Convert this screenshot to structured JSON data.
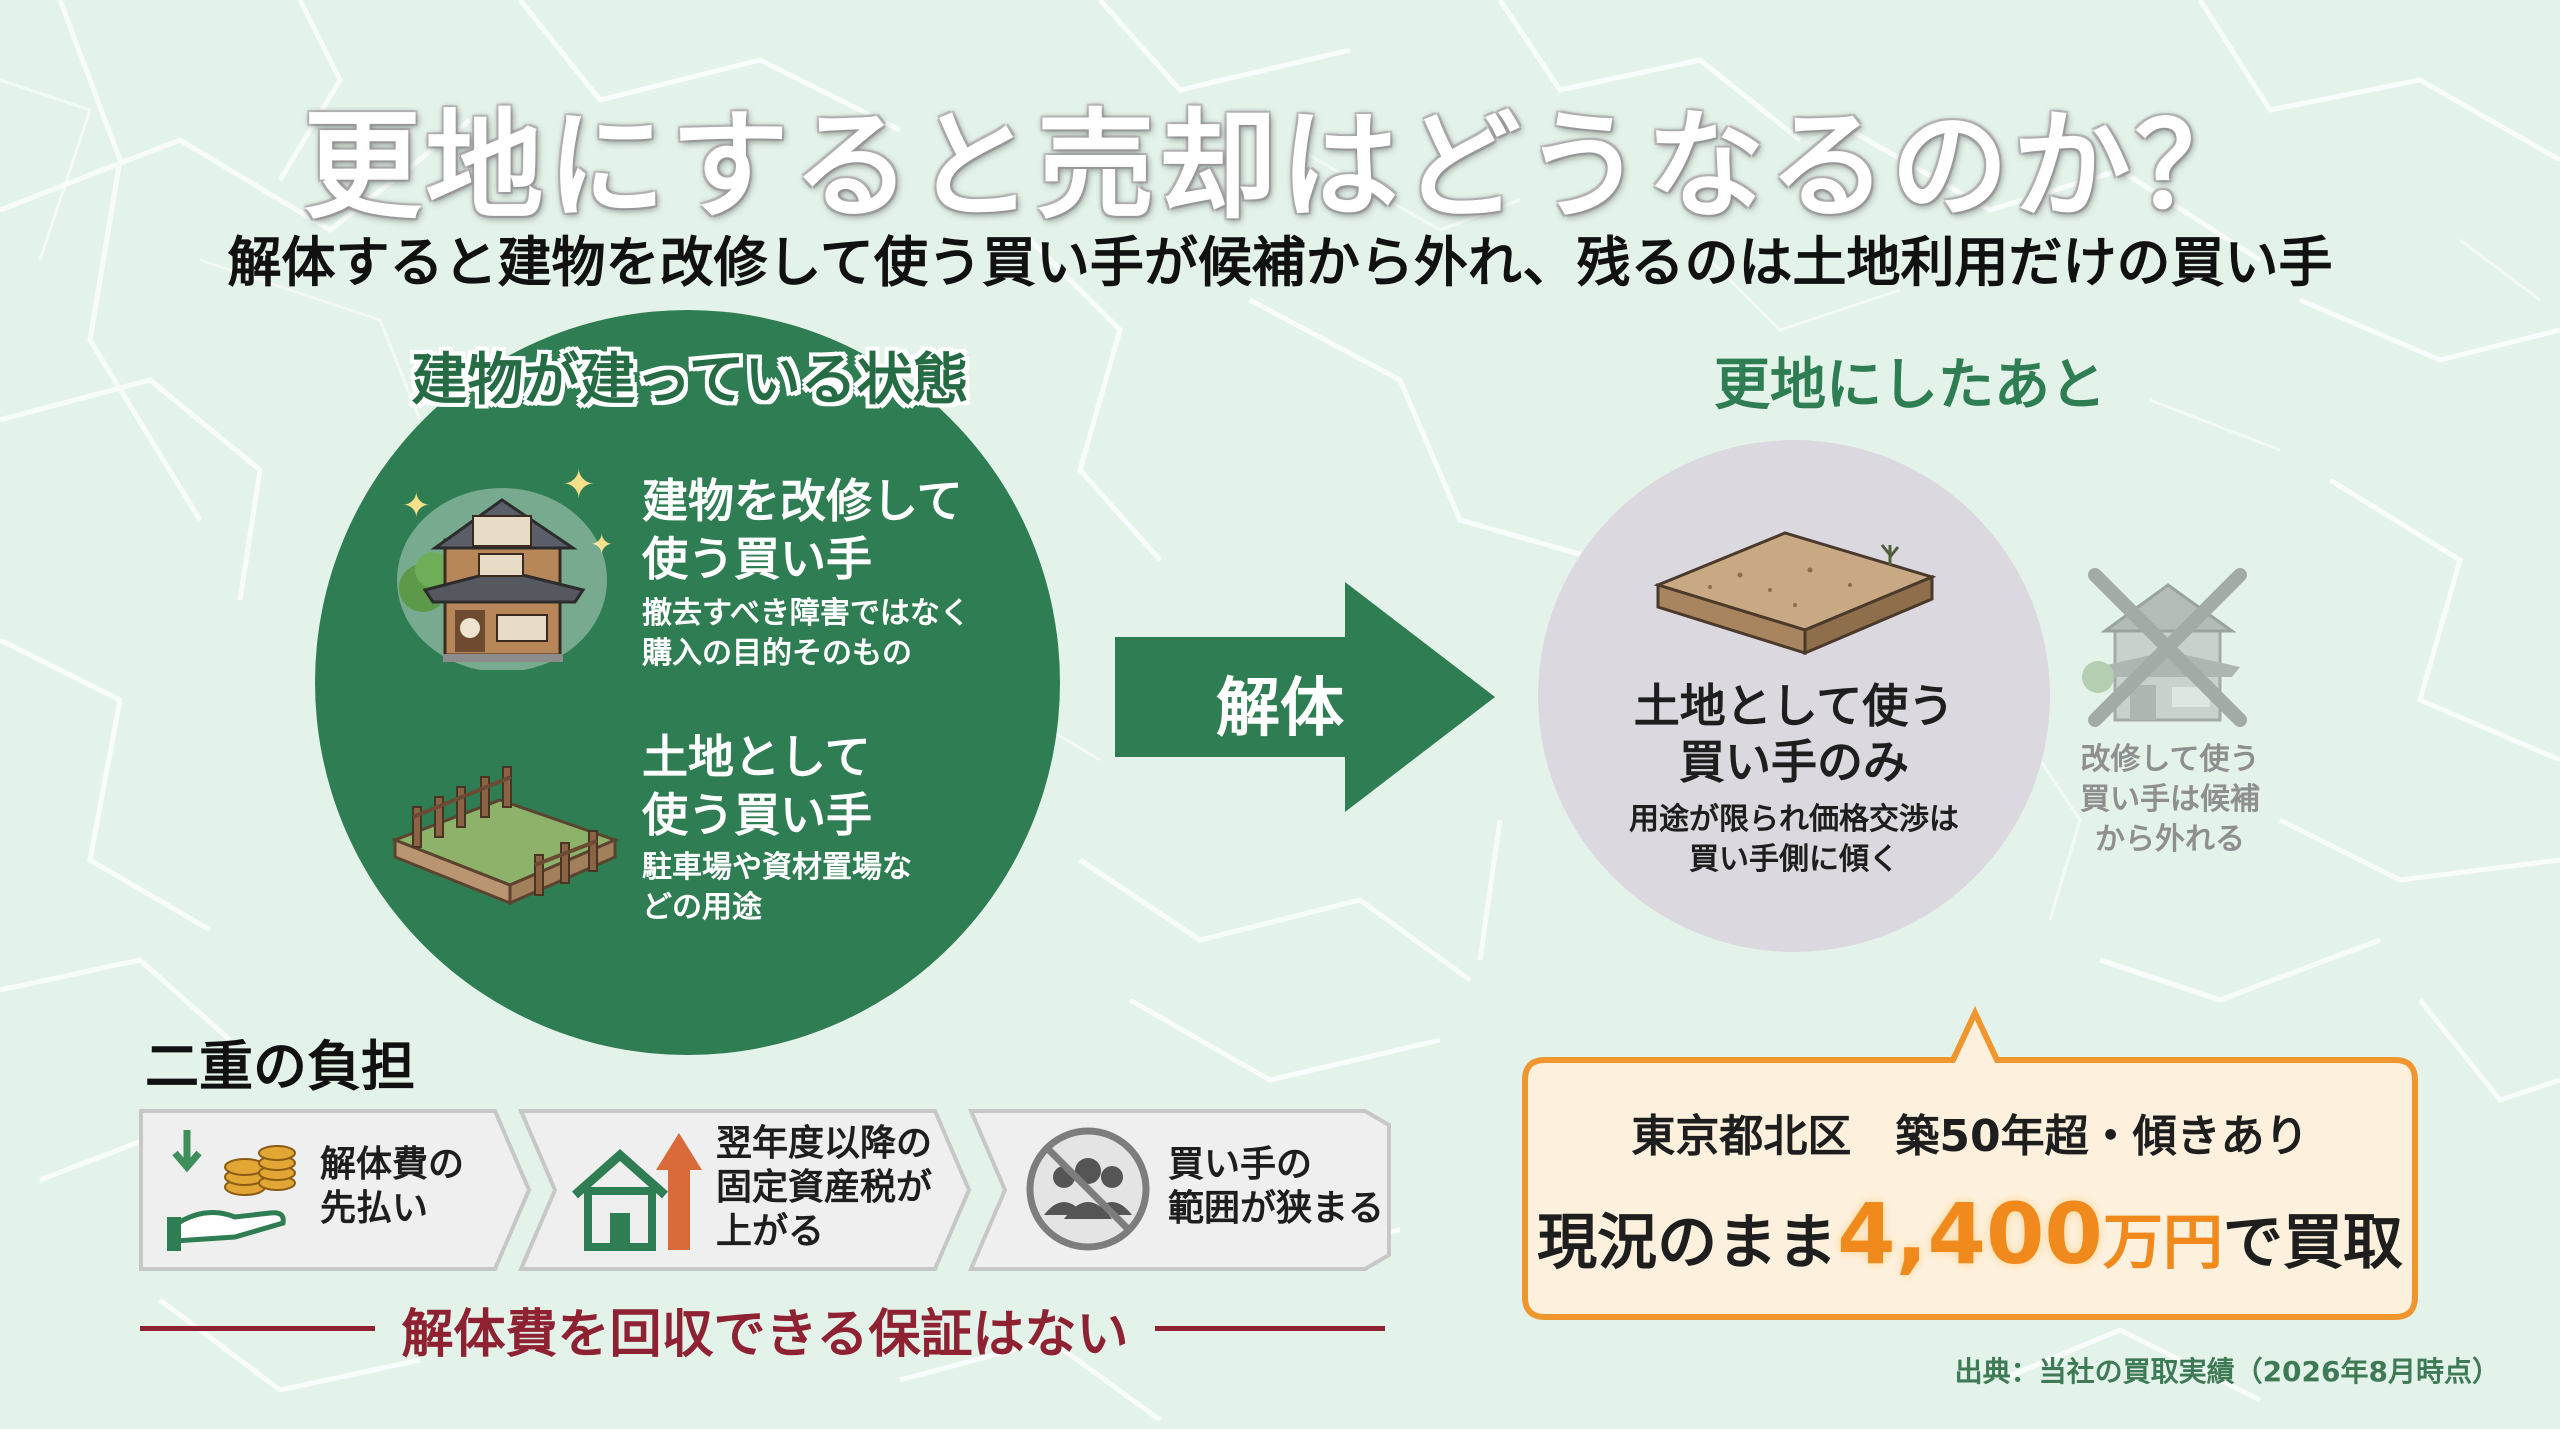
{
  "title": "更地にすると売却はどうなるのか？",
  "subtitle": "解体すると建物を改修して使う買い手が候補から外れ、残るのは土地利用だけの買い手",
  "before": {
    "label": "建物が建っている状態",
    "buyers": [
      {
        "title_line1": "建物を改修して",
        "title_line2": "使う買い手",
        "note_line1": "撤去すべき障害ではなく",
        "note_line2": "購入の目的そのもの",
        "icon": "old-house-icon"
      },
      {
        "title_line1": "土地として",
        "title_line2": "使う買い手",
        "note_line1": "駐車場や資材置場な",
        "note_line2": "どの用途",
        "icon": "fenced-land-icon"
      }
    ]
  },
  "arrow_label": "解体",
  "after": {
    "label": "更地にしたあと",
    "title_line1": "土地として使う",
    "title_line2": "買い手のみ",
    "note_line1": "用途が限られ価格交渉は",
    "note_line2": "買い手側に傾く",
    "excluded_line1": "改修して使う",
    "excluded_line2": "買い手は候補",
    "excluded_line3": "から外れる"
  },
  "burden": {
    "heading": "二重の負担",
    "items": [
      {
        "line1": "解体費の",
        "line2": "先払い",
        "line3": "",
        "icon": "coins-hand-icon"
      },
      {
        "line1": "翌年度以降の",
        "line2": "固定資産税が",
        "line3": "上がる",
        "icon": "house-rising-arrow-icon"
      },
      {
        "line1": "買い手の",
        "line2": "範囲が狭まる",
        "line3": "",
        "icon": "no-people-icon"
      }
    ],
    "warning": "解体費を回収できる保証はない"
  },
  "case": {
    "line1": "東京都北区　築50年超・傾きあり",
    "prefix": "現況のまま",
    "amount": "4,400",
    "unit": "万円",
    "suffix": "で買取"
  },
  "source": "出典：当社の買取実績（2026年8月時点）",
  "colors": {
    "background": "#e4f3ea",
    "green": "#2f7d52",
    "accent_orange": "#f08a1c",
    "warning_red": "#8e2232"
  }
}
